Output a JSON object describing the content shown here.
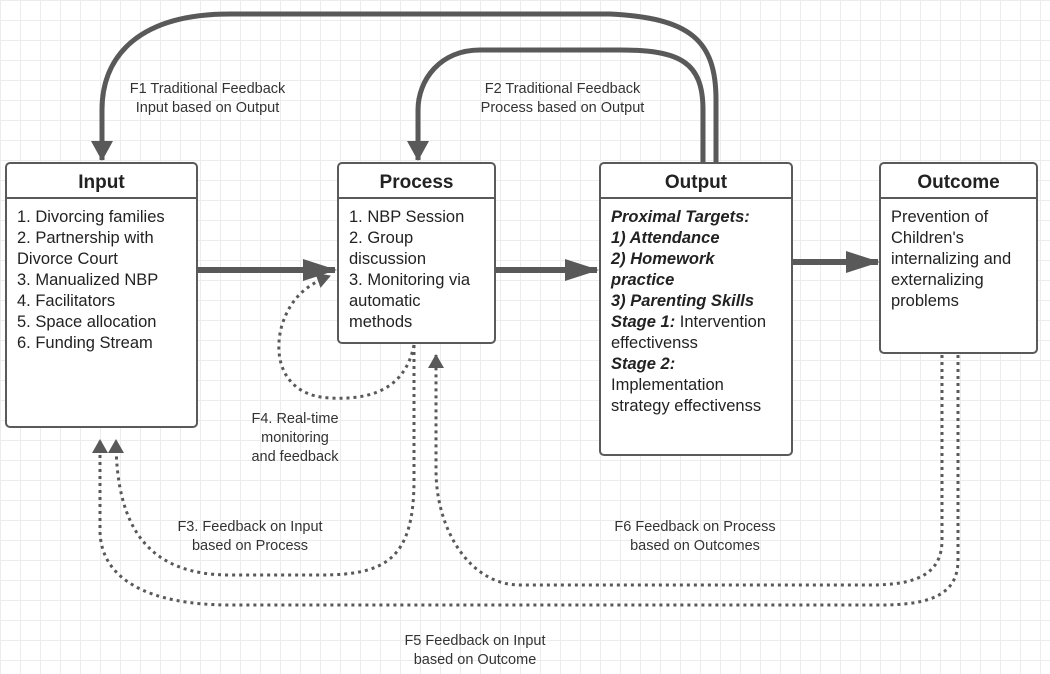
{
  "boxes": {
    "input": {
      "title": "Input",
      "items": [
        "1. Divorcing families",
        "2. Partnership with",
        "Divorce Court",
        "3. Manualized NBP",
        "4. Facilitators",
        "5. Space allocation",
        "6. Funding Stream"
      ]
    },
    "process": {
      "title": "Process",
      "items": [
        "1. NBP Session",
        "2. Group",
        "discussion",
        "3. Monitoring via",
        "automatic",
        "methods"
      ]
    },
    "output": {
      "title": "Output",
      "proximal": "Proximal Targets:",
      "target1": "1) Attendance",
      "target2a": "2) Homework",
      "target2b": "practice",
      "target3": "3) Parenting Skills",
      "stage1_label": "Stage 1:",
      "stage1_text": " Intervention",
      "stage1_text2": "effectivenss",
      "stage2_label": "Stage 2:",
      "stage2_text": "Implementation",
      "stage2_text2": "strategy effectivenss"
    },
    "outcome": {
      "title": "Outcome",
      "items": [
        "Prevention of",
        "Children's",
        "internalizing and",
        "externalizing",
        "problems"
      ]
    }
  },
  "labels": {
    "f1": [
      "F1 Traditional Feedback",
      "Input based on Output"
    ],
    "f2": [
      "F2 Traditional Feedback",
      "Process based on Output"
    ],
    "f3": [
      "F3. Feedback on Input",
      "based on Process"
    ],
    "f4": [
      "F4. Real-time",
      "monitoring",
      "and feedback"
    ],
    "f5": [
      "F5 Feedback on Input",
      "based on Outcome"
    ],
    "f6": [
      "F6 Feedback on Process",
      "based on Outcomes"
    ]
  },
  "colors": {
    "line": "#595959",
    "border": "#5a5a5a"
  }
}
